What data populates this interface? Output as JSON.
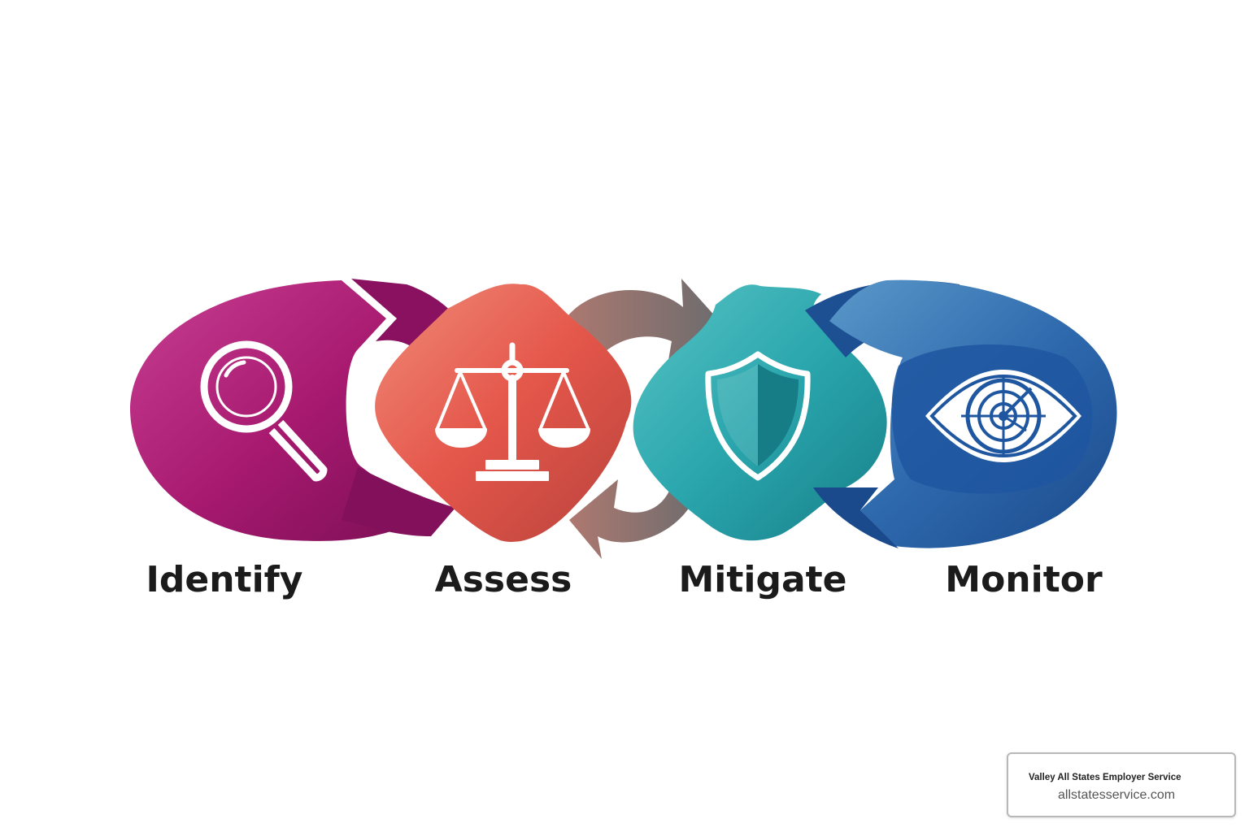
{
  "steps": [
    {
      "label": "Identify",
      "icon": "magnifying-glass-icon",
      "color": "#a0186c"
    },
    {
      "label": "Assess",
      "icon": "scales-icon",
      "color": "#e0564a"
    },
    {
      "label": "Mitigate",
      "icon": "shield-icon",
      "color": "#2aa6ad"
    },
    {
      "label": "Monitor",
      "icon": "eye-target-icon",
      "color": "#1f5aa0"
    }
  ],
  "connector_color": "#7a7070",
  "credit": {
    "company": "Valley All States Employer Service",
    "site": "allstatesservice.com"
  }
}
